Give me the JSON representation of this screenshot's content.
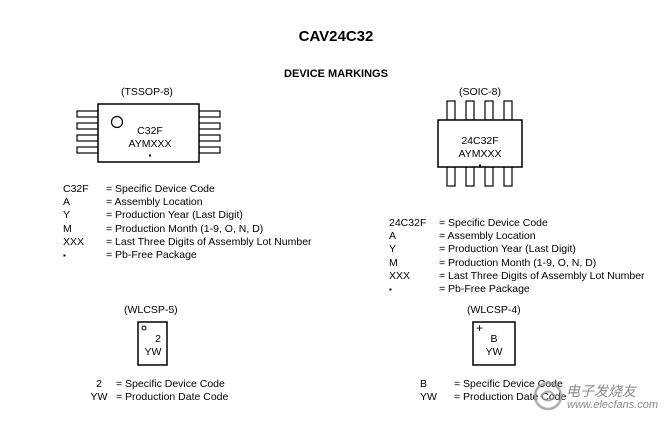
{
  "title": "CAV24C32",
  "heading": "DEVICE MARKINGS",
  "tssop": {
    "label": "(TSSOP-8)",
    "line1": "C32F",
    "line2": "AYMXXX",
    "dot": "▪",
    "legend": [
      {
        "code": "C32F",
        "desc": "= Specific Device Code"
      },
      {
        "code": "A",
        "desc": "= Assembly Location"
      },
      {
        "code": "Y",
        "desc": "= Production Year (Last Digit)"
      },
      {
        "code": "M",
        "desc": "= Production Month (1-9, O, N, D)"
      },
      {
        "code": "XXX",
        "desc": "= Last Three Digits of Assembly Lot Number"
      },
      {
        "code": "▪",
        "desc": "= Pb-Free Package"
      }
    ]
  },
  "soic": {
    "label": "(SOIC-8)",
    "line1": "24C32F",
    "line2": "AYMXXX",
    "dot": "▪",
    "legend": [
      {
        "code": "24C32F",
        "desc": "= Specific Device Code"
      },
      {
        "code": "A",
        "desc": "= Assembly Location"
      },
      {
        "code": "Y",
        "desc": "= Production Year (Last Digit)"
      },
      {
        "code": "M",
        "desc": "= Production Month (1-9, O, N, D)"
      },
      {
        "code": "XXX",
        "desc": "= Last Three Digits of Assembly Lot Number"
      },
      {
        "code": "▪",
        "desc": "= Pb-Free Package"
      }
    ]
  },
  "wlcsp5": {
    "label": "(WLCSP-5)",
    "line1": "2",
    "line2": "YW",
    "legend": [
      {
        "code": "2",
        "desc": "= Specific Device Code"
      },
      {
        "code": "YW",
        "desc": "= Production Date Code"
      }
    ]
  },
  "wlcsp4": {
    "label": "(WLCSP-4)",
    "mark": "+",
    "line1": "B",
    "line2": "YW",
    "legend": [
      {
        "code": "B",
        "desc": "= Specific Device Code"
      },
      {
        "code": "YW",
        "desc": "= Production Date Code"
      }
    ]
  },
  "watermark": "电子发烧友",
  "watermark_url": "www.elecfans.com"
}
